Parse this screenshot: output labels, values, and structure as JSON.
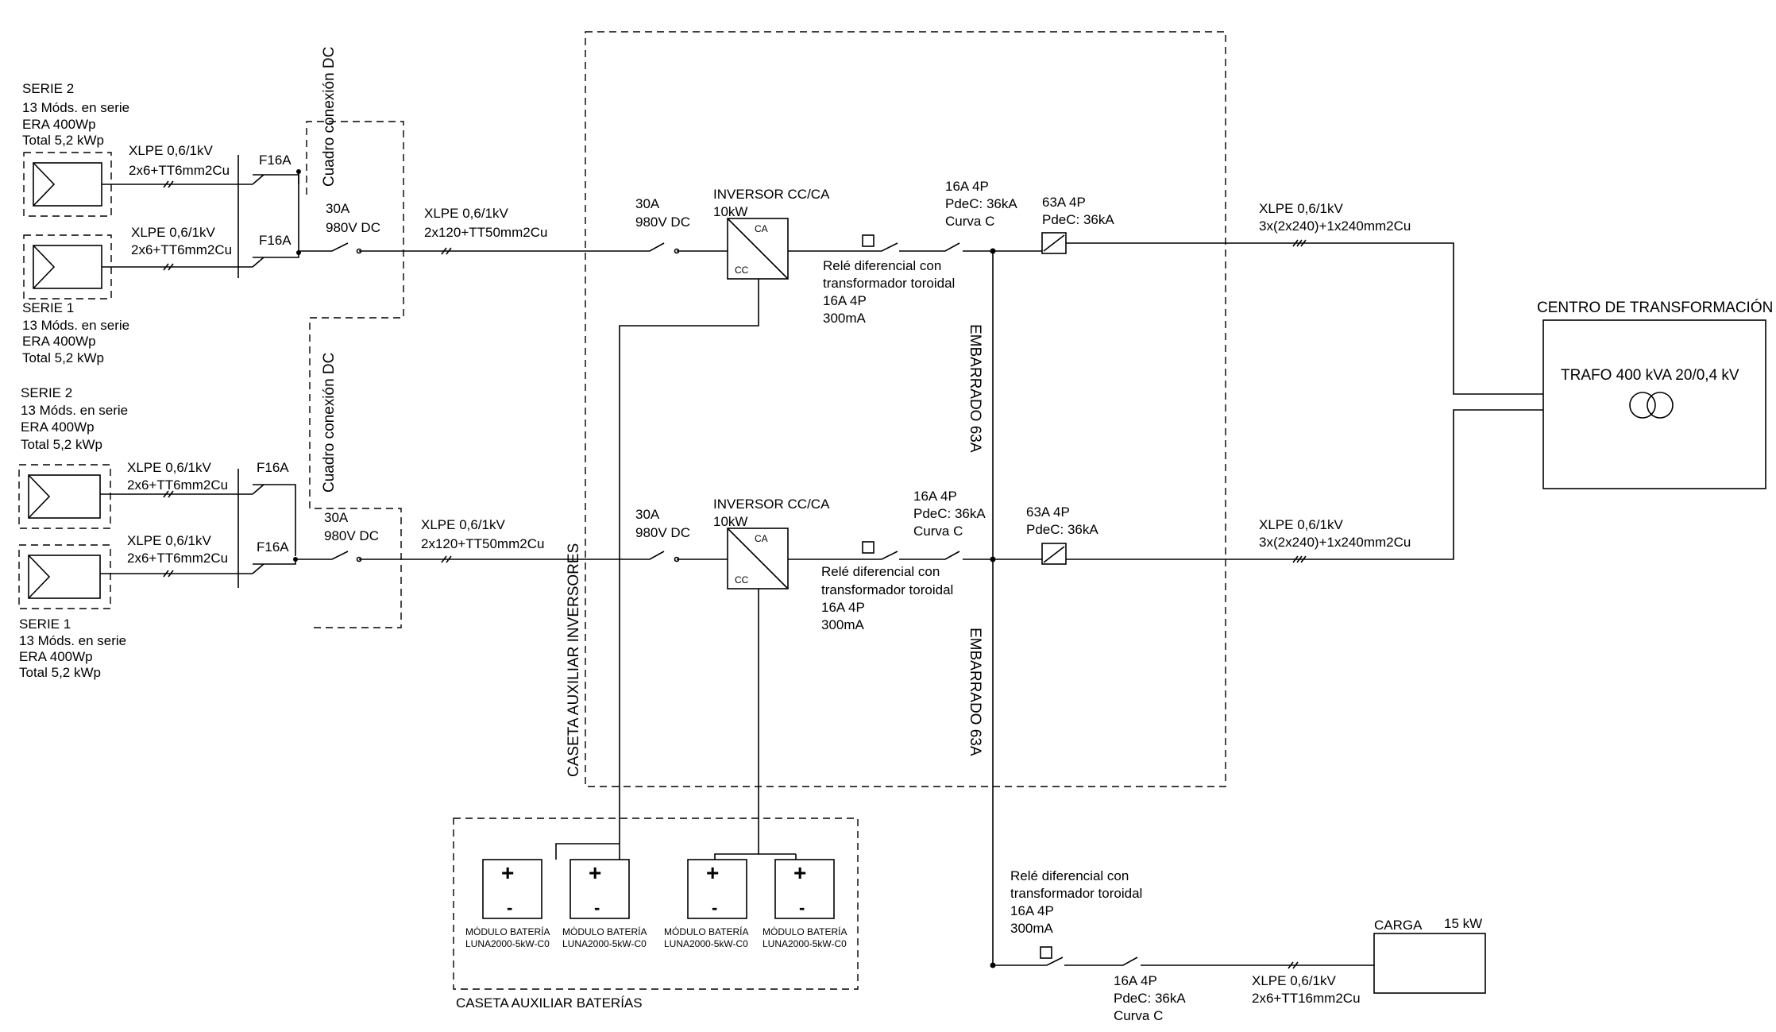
{
  "pv": {
    "top_serie2": [
      "SERIE 2",
      "13 Móds. en serie",
      "ERA 400Wp",
      "Total 5,2 kWp"
    ],
    "top_serie1": [
      "SERIE 1",
      "13 Móds. en serie",
      "ERA 400Wp",
      "Total 5,2 kWp"
    ],
    "bot_serie2": [
      "SERIE 2",
      "13 Móds. en serie",
      "ERA 400Wp",
      "Total 5,2  kWp"
    ],
    "bot_serie1": [
      "SERIE 1",
      "13 Móds. en serie",
      "ERA 400Wp",
      "Total 5,2 kWp"
    ],
    "string_cable": [
      "XLPE 0,6/1kV",
      "2x6+TT6mm2Cu"
    ],
    "fuse": "F16A"
  },
  "dc_box": {
    "title": "Cuadro conexión DC",
    "switch": [
      "30A",
      "980V DC"
    ]
  },
  "dc_cable": [
    "XLPE 0,6/1kV",
    "2x120+TT50mm2Cu"
  ],
  "inverter_cabin": {
    "title": "CASETA AUXILIAR INVERSORES",
    "dc_switch": [
      "30A",
      "980V DC"
    ]
  },
  "inverter": {
    "title": [
      "INVERSOR CC/CA",
      "10kW"
    ],
    "ac": "CA",
    "cc": "CC"
  },
  "relay": [
    "Relé diferencial con",
    "transformador toroidal",
    "16A 4P",
    "300mA"
  ],
  "breaker16": [
    "16A 4P",
    "PdeC: 36kA",
    "Curva C"
  ],
  "breaker63": [
    "63A 4P",
    "PdeC: 36kA"
  ],
  "busbar": "EMBARRADO 63A",
  "ac_cable": [
    "XLPE 0,6/1kV",
    "3x(2x240)+1x240mm2Cu"
  ],
  "transformation": {
    "title": "CENTRO DE TRANSFORMACIÓN",
    "trafo": "TRAFO 400 kVA 20/0,4 kV"
  },
  "battery_cabin": {
    "title": "CASETA AUXILIAR BATERÍAS",
    "modules": [
      [
        "MÓDULO BATERÍA",
        "LUNA2000-5kW-C0"
      ],
      [
        "MÓDULO BATERÍA",
        "LUNA2000-5kW-C0"
      ],
      [
        "MÓDULO BATERÍA",
        "LUNA2000-5kW-C0"
      ],
      [
        "MÓDULO BATERÍA",
        "LUNA2000-5kW-C0"
      ]
    ],
    "plus": "+",
    "minus": "-"
  },
  "load_line": {
    "breaker": [
      "16A 4P",
      "PdeC: 36kA",
      "Curva C"
    ],
    "cable": [
      "XLPE 0,6/1kV",
      "2x6+TT16mm2Cu"
    ]
  },
  "load": {
    "title": "CARGA",
    "power": "15 kW"
  }
}
